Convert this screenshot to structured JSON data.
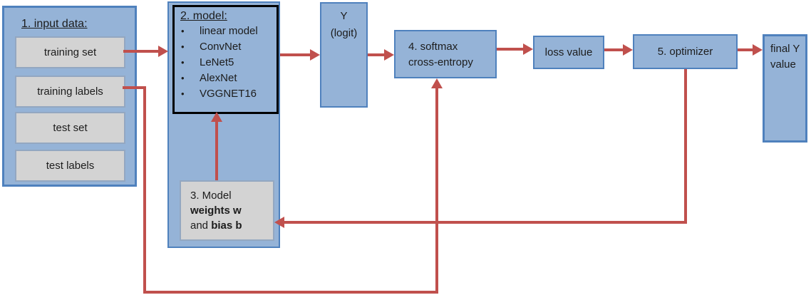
{
  "colors": {
    "box_fill": "#95b3d7",
    "box_border": "#4f81bd",
    "gray_fill": "#d3d3d3",
    "gray_border": "#93a7c1",
    "arrow": "#c0504d",
    "black_border": "#000000"
  },
  "icons": {
    "bullet": "•"
  },
  "input_panel": {
    "title": "1. input data:",
    "items": [
      "training set",
      "training labels",
      "test set",
      "test labels"
    ]
  },
  "model_panel": {
    "title": "2. model:",
    "bullets": [
      "linear model",
      "ConvNet",
      "LeNet5",
      "AlexNet",
      "VGGNET16"
    ]
  },
  "weights_box": {
    "line1": "3. Model",
    "line2_bold": "weights w",
    "line3_regular": "and ",
    "line3_bold": "bias b"
  },
  "logit_box": {
    "line1": "Y",
    "line2": "(logit)"
  },
  "softmax_box": {
    "line1": "4. softmax",
    "line2": "cross-entropy"
  },
  "loss_box": {
    "label": "loss value"
  },
  "optimizer_box": {
    "label": "5. optimizer"
  },
  "final_box": {
    "line1": "final Y",
    "line2": "value"
  }
}
